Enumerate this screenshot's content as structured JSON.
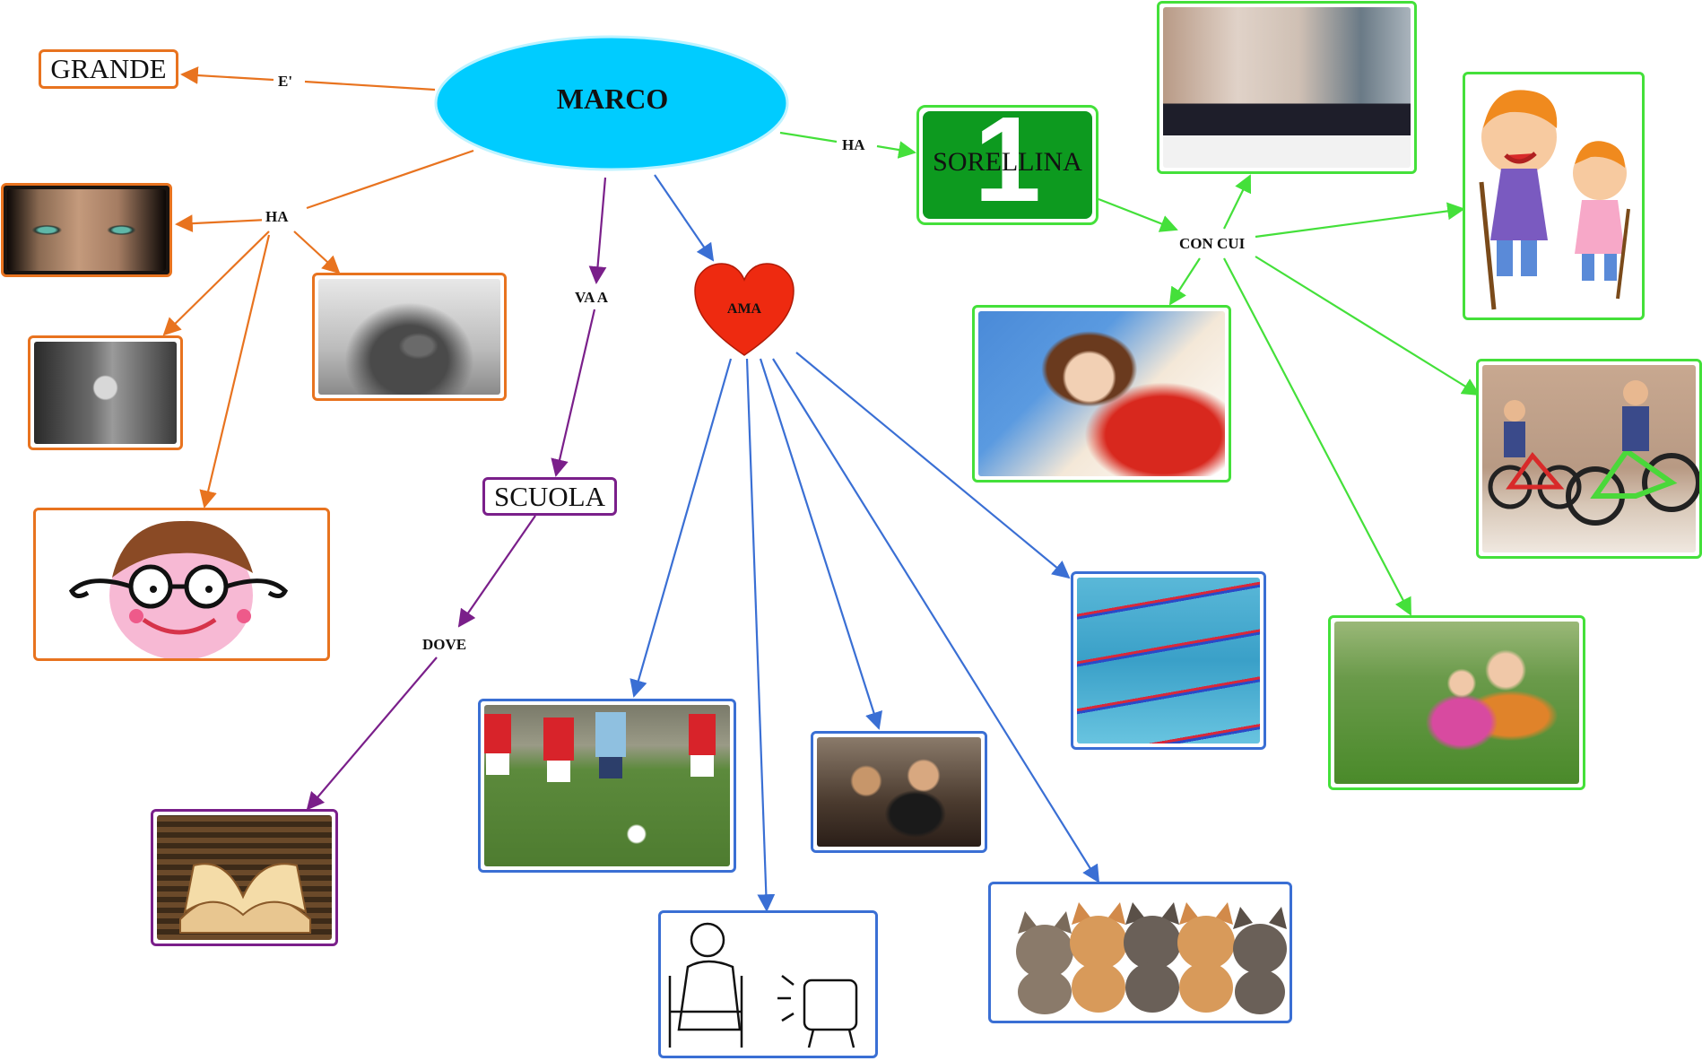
{
  "center": {
    "label": "MARCO"
  },
  "nodes": {
    "grande": "GRANDE",
    "scuola": "SCUOLA",
    "sorellina": "SORELLINA",
    "sorellina_number": "1"
  },
  "link_labels": {
    "e": "E'",
    "ha_left": "HA",
    "va_a": "VA A",
    "dove": "DOVE",
    "ama": "AMA",
    "ha_right": "HA",
    "con_cui": "CON CUI"
  },
  "colors": {
    "center_fill": "#00ccff",
    "orange": "#e8731f",
    "purple": "#7a1f8a",
    "blue": "#3a6fd4",
    "green": "#44e03a",
    "heart": "#ee2a10",
    "sorellina_fill": "#0d9a1f"
  },
  "images": {
    "orange_branch": [
      "eyes-photo",
      "beard-photo",
      "mohawk-boy-photo",
      "glasses-cartoon"
    ],
    "school_branch": [
      "books-photo"
    ],
    "ama_branch": [
      "football-photo",
      "tv-drawing",
      "videogame-photo",
      "kittens-photo",
      "swimming-photo"
    ],
    "sister_branch": [
      "bed-jumping-photo",
      "hiking-kids-cartoon",
      "reading-photo",
      "bicycles-photo",
      "grass-kids-photo"
    ]
  }
}
